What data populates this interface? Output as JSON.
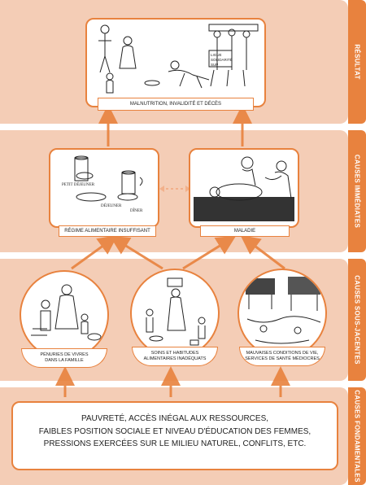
{
  "sections": {
    "resultat": "RÉSULTAT",
    "causes_immediates": "CAUSES IMMÉDIATES",
    "causes_sous_jacentes": "CAUSES SOUS-JACENTES",
    "causes_fondamentales": "CAUSES FONDAMENTALES"
  },
  "resultat_caption": "MALNUTRITION, INVALIDITÉ ET DÉCÈS",
  "immediate": {
    "left_caption": "RÉGIME ALIMENTAIRE INSUFFISANT",
    "right_caption": "MALADIE",
    "sketch_labels": [
      "PETIT DÉJEUNER",
      "DÉJEUNER",
      "DÎNER"
    ]
  },
  "underlying": [
    {
      "line1": "PÉNURIES DE VIVRES",
      "line2": "DANS LA FAMILLE"
    },
    {
      "line1": "SOINS ET HABITUDES",
      "line2": "ALIMENTAIRES INADÉQUATS"
    },
    {
      "line1": "MAUVAISES CONDITIONS DE VIE,",
      "line2": "SERVICES DE SANTÉ MÉDIOCRES"
    }
  ],
  "fundamental": {
    "line1": "PAUVRETÉ, ACCÈS INÉGAL AUX RESSOURCES,",
    "line2": "FAIBLES POSITION SOCIALE ET NIVEAU D'ÉDUCATION DES FEMMES,",
    "line3": "PRESSIONS EXERCÉES SUR LE MILIEU NATUREL, CONFLITS, ETC."
  },
  "sign_text": [
    "LIGUE",
    "SOLIDARITÉ",
    "SUP"
  ],
  "colors": {
    "accent": "#e8823e",
    "band": "#f4cdb6"
  }
}
